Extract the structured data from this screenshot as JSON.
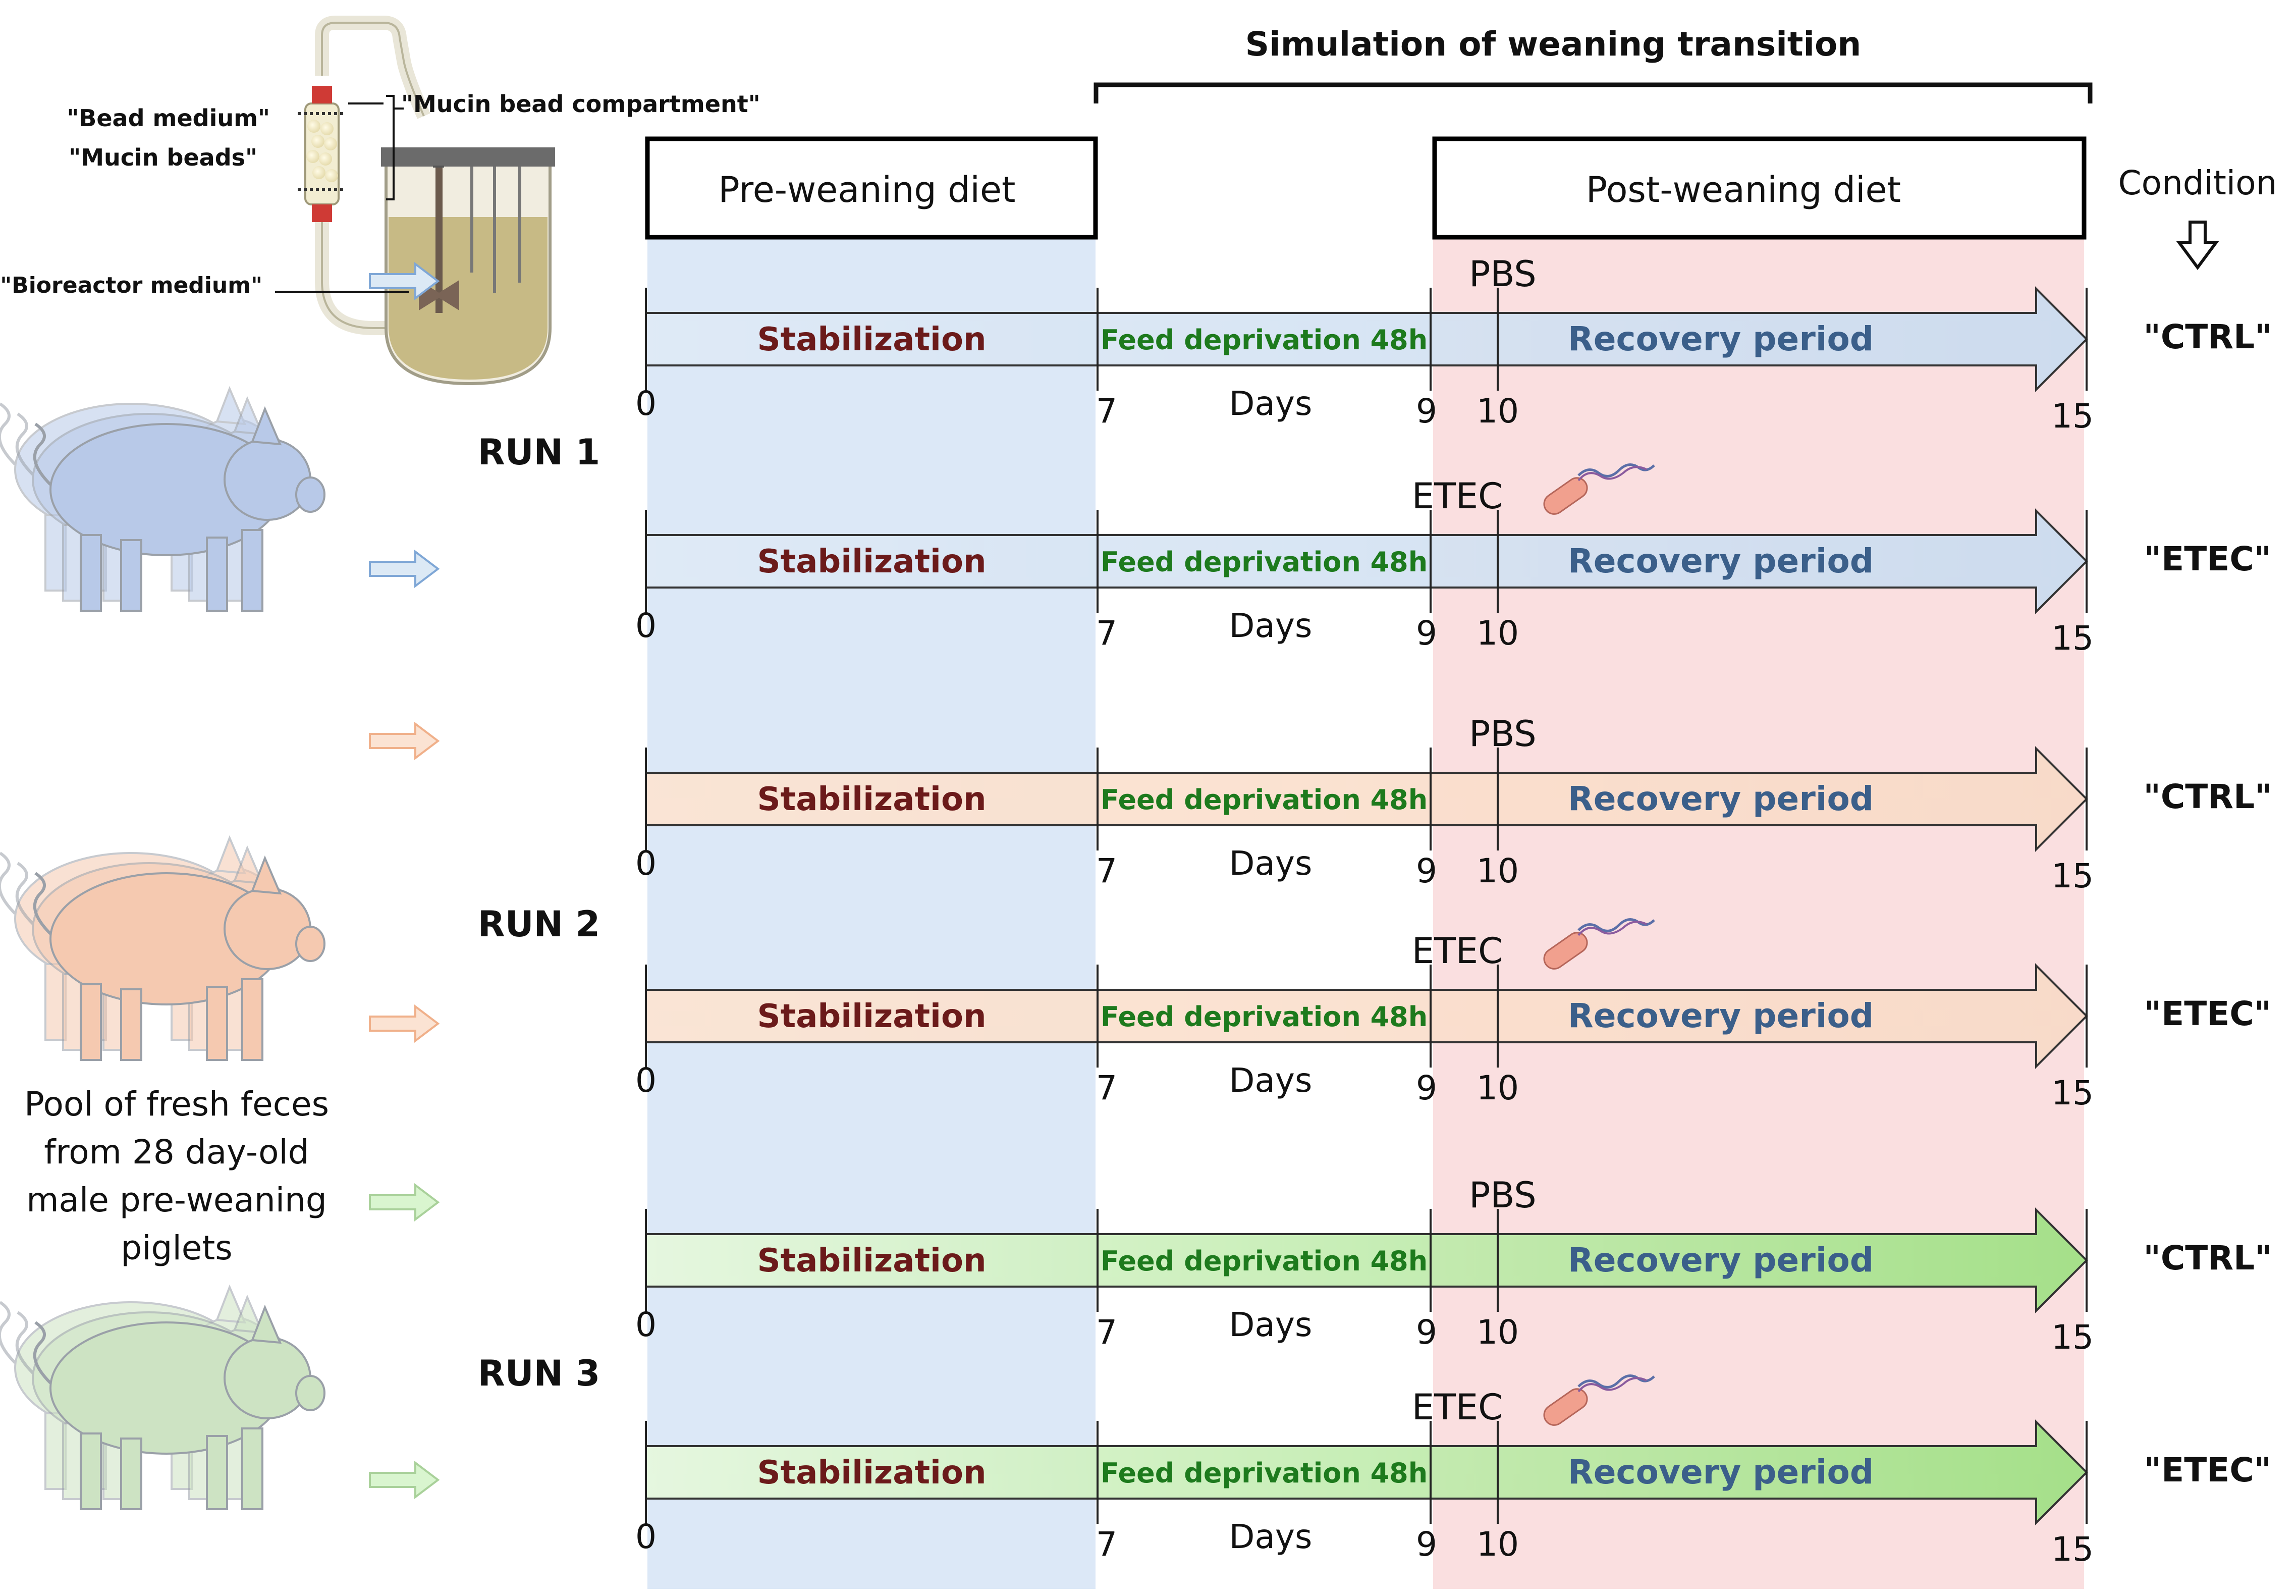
{
  "title": "Simulation of weaning transition",
  "diet_boxes": {
    "pre": "Pre-weaning diet",
    "post": "Post-weaning diet"
  },
  "condition_header": "Condition",
  "bioreactor_labels": {
    "bead_medium": "\"Bead medium\"",
    "mucin_beads": "\"Mucin beads\"",
    "mucin_bead_compartment": "\"Mucin bead compartment\"",
    "bioreactor_medium": "\"Bioreactor medium\""
  },
  "source_caption": [
    "Pool of fresh feces",
    "from 28 day-old",
    "male pre-weaning",
    "piglets"
  ],
  "phases": {
    "stabilization": "Stabilization",
    "feed_deprivation": "Feed deprivation 48h",
    "recovery": "Recovery period"
  },
  "axis": {
    "ticks": [
      "0",
      "7",
      "9",
      "10",
      "15"
    ],
    "unit": "Days"
  },
  "treatments": {
    "pbs": "PBS",
    "etec": "ETEC"
  },
  "runs": [
    {
      "label": "RUN 1",
      "color": "#dce9f5",
      "pig_color": "#b8c9e8",
      "arrow_color": "#7fa7d6",
      "lanes": [
        {
          "treatment": "PBS",
          "condition": "\"CTRL\""
        },
        {
          "treatment": "ETEC",
          "condition": "\"ETEC\""
        }
      ]
    },
    {
      "label": "RUN 2",
      "color": "#fbe3d3",
      "pig_color": "#f5c9b0",
      "arrow_color": "#f0b08a",
      "lanes": [
        {
          "treatment": "PBS",
          "condition": "\"CTRL\""
        },
        {
          "treatment": "ETEC",
          "condition": "\"ETEC\""
        }
      ]
    },
    {
      "label": "RUN 3",
      "color": "#d9f5cf",
      "pig_color": "#cde3c3",
      "arrow_color": "#a9d19a",
      "lanes": [
        {
          "treatment": "PBS",
          "condition": "\"CTRL\""
        },
        {
          "treatment": "ETEC",
          "condition": "\"ETEC\""
        }
      ]
    }
  ],
  "colors": {
    "pre_weaning_bg": "#dce8f7",
    "post_weaning_bg": "#fadfe0",
    "stabilization_text": "#6b1a1a",
    "feed_text": "#1d7a1d",
    "recovery_text": "#3b5f8a"
  }
}
